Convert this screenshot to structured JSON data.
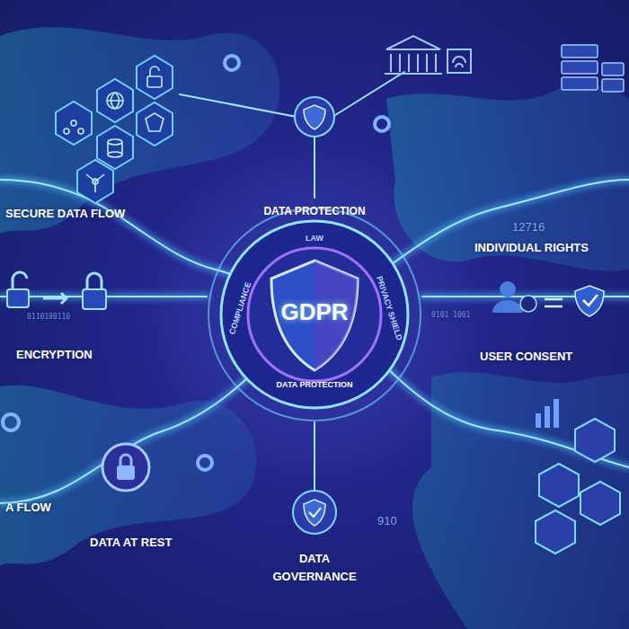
{
  "diagram": {
    "nodes": [
      {
        "text": [
          "DATA PROTECTION",
          "LAW",
          "COMPLIANCE",
          "GDPR",
          "PRIVACY SHIELD",
          "DATA PROTECTION"
        ]
      }
    ],
    "labels": [
      "SECURE DATA FLOW",
      "ENCRYPTION",
      "A FLOW",
      "DATA AT REST",
      "DATA GOVERNANCE",
      "12716",
      "INDIVIDUAL RIGHTS",
      "USER CONSENT",
      "910",
      "0110100110",
      "0101 1001"
    ]
  }
}
